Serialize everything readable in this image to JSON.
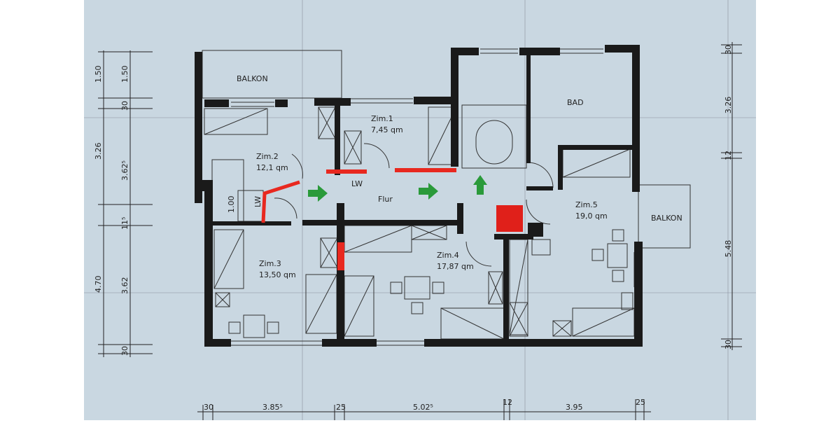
{
  "rooms": [
    {
      "name": "BALKON"
    },
    {
      "name": "Zim.2",
      "area": "12,1 qm"
    },
    {
      "name": "Zim.1",
      "area": "7,45 qm"
    },
    {
      "name": "BAD"
    },
    {
      "name": "Flur"
    },
    {
      "name": "Zim.3",
      "area": "13,50 qm"
    },
    {
      "name": "Zim.4",
      "area": "17,87 qm"
    },
    {
      "name": "Zim.5",
      "area": "19,0 qm"
    },
    {
      "name": "BALKON"
    }
  ],
  "labels": {
    "lw_top": "LW",
    "lw_side": "LW",
    "niche": "1.00"
  },
  "dims": {
    "left_outer": [
      "1.50",
      "3.26",
      "4.70"
    ],
    "left_inner": [
      "1.50",
      "30",
      "3.62⁵",
      "11⁵",
      "3.62",
      "30"
    ],
    "bottom": [
      "30",
      "3.85⁵",
      "25",
      "5.02⁵",
      "12",
      "3.95",
      "25"
    ],
    "right": [
      "30",
      "3.26",
      "12",
      "5.48",
      "30"
    ]
  },
  "colors": {
    "wall": "#1a1a1a",
    "paper": "#c9d7e1",
    "highlight": "#e8281f",
    "arrow": "#2a9a3a",
    "marker": "#e0201a"
  }
}
